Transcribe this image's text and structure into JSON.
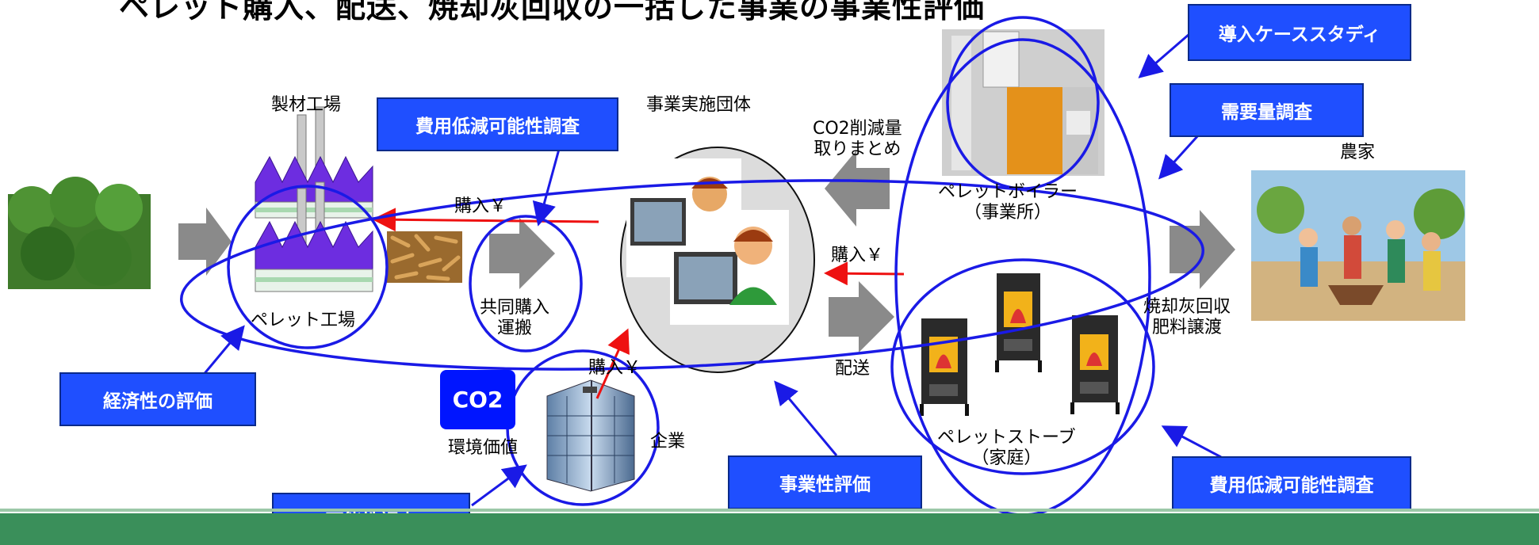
{
  "title": "ペレット購入、配送、焼却灰回収の一括した事業の事業性評価",
  "nodes": {
    "sawmill": "製材工場",
    "pellet_factory": "ペレット工場",
    "joint_purchase_1": "共同購入",
    "joint_purchase_2": "運搬",
    "org": "事業実施団体",
    "co2_reduction_1": "CO2削減量",
    "co2_reduction_2": "取りまとめ",
    "boiler_1": "ペレットボイラー",
    "boiler_2": "（事業所）",
    "stove_1": "ペレットストーブ",
    "stove_2": "（家庭）",
    "farmer": "農家",
    "ash_1": "焼却灰回収",
    "ash_2": "肥料譲渡",
    "delivery": "配送",
    "company": "企業",
    "env_value": "環境価値",
    "co2_badge": "CO2"
  },
  "flows": {
    "purchase_top": "購入￥",
    "purchase_mid": "購入￥",
    "purchase_low": "購入￥"
  },
  "callouts": {
    "case_study": "導入ケーススタディ",
    "demand_survey": "需要量調査",
    "cost_reduction_top": "費用低減可能性調査",
    "economic_eval": "経済性の評価",
    "business_eval": "事業性評価",
    "cost_reduction_bottom": "費用低減可能性調査",
    "feasibility": "可能性調査"
  },
  "colors": {
    "callout_bg": "#1f4fff",
    "outline": "#1a1ae6",
    "money_arrow": "#ee1111",
    "flow_arrow": "#8a8a8a",
    "footer": "#3a8f5a"
  }
}
